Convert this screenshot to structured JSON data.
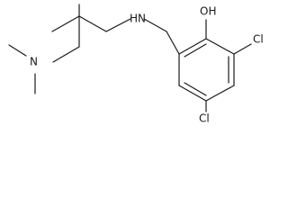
{
  "molecule": {
    "labels": {
      "oh": "OH",
      "nh": "HN",
      "n": "N",
      "cl_right": "Cl",
      "cl_bottom": "Cl"
    },
    "colors": {
      "bond": "#1a1a1a",
      "text": "#1a1a1a",
      "background": "#ffffff"
    }
  }
}
